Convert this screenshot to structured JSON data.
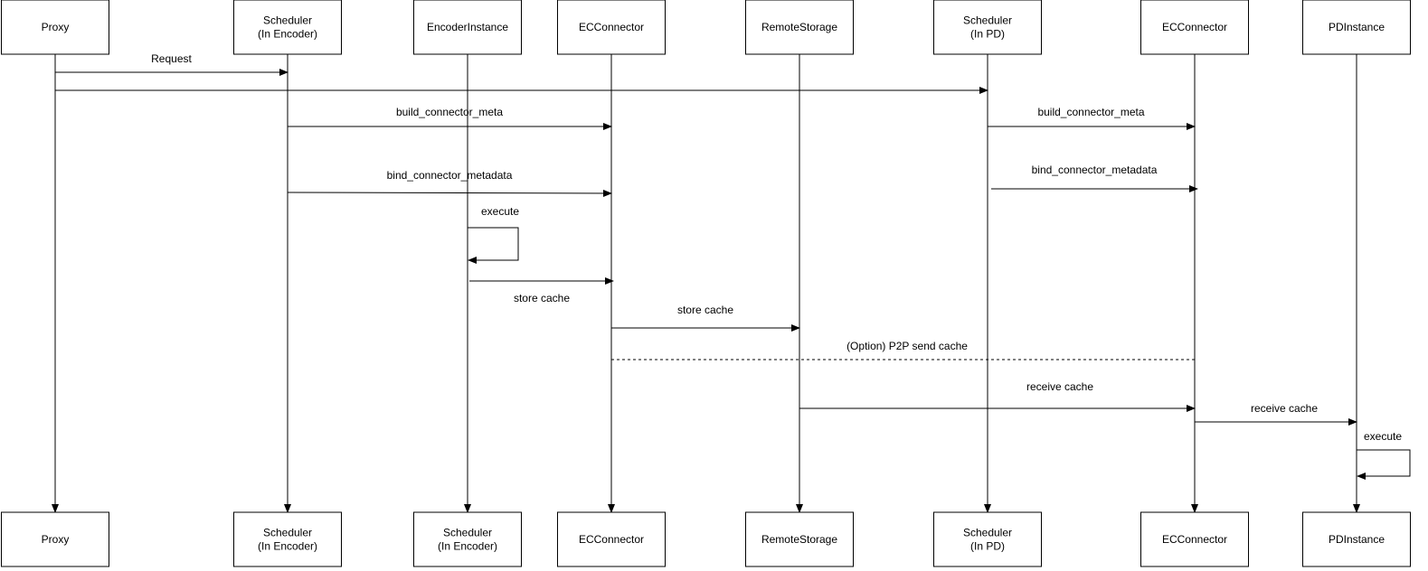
{
  "top_participants": [
    {
      "id": "proxy",
      "lines": [
        "Proxy"
      ]
    },
    {
      "id": "scheduler-encoder",
      "lines": [
        "Scheduler",
        "(In Encoder)"
      ]
    },
    {
      "id": "encoder-instance",
      "lines": [
        "EncoderInstance"
      ]
    },
    {
      "id": "ec-connector-1",
      "lines": [
        "ECConnector"
      ]
    },
    {
      "id": "remote-storage",
      "lines": [
        "RemoteStorage"
      ]
    },
    {
      "id": "scheduler-pd",
      "lines": [
        "Scheduler",
        "(In PD)"
      ]
    },
    {
      "id": "ec-connector-2",
      "lines": [
        "ECConnector"
      ]
    },
    {
      "id": "pd-instance",
      "lines": [
        "PDInstance"
      ]
    }
  ],
  "bottom_participants": [
    {
      "id": "proxy",
      "lines": [
        "Proxy"
      ]
    },
    {
      "id": "scheduler-encoder",
      "lines": [
        "Scheduler",
        "(In Encoder)"
      ]
    },
    {
      "id": "encoder-instance",
      "lines": [
        "Scheduler",
        "(In Encoder)"
      ]
    },
    {
      "id": "ec-connector-1",
      "lines": [
        "ECConnector"
      ]
    },
    {
      "id": "remote-storage",
      "lines": [
        "RemoteStorage"
      ]
    },
    {
      "id": "scheduler-pd",
      "lines": [
        "Scheduler",
        "(In PD)"
      ]
    },
    {
      "id": "ec-connector-2",
      "lines": [
        "ECConnector"
      ]
    },
    {
      "id": "pd-instance",
      "lines": [
        "PDInstance"
      ]
    }
  ],
  "messages": [
    {
      "id": "request",
      "from": "proxy",
      "to": "scheduler-encoder",
      "label": "Request",
      "style": "solid"
    },
    {
      "id": "request-pd",
      "from": "proxy",
      "to": "scheduler-pd",
      "label": "",
      "style": "solid"
    },
    {
      "id": "build-meta-encoder",
      "from": "scheduler-encoder",
      "to": "ec-connector-1",
      "label": "build_connector_meta",
      "style": "solid"
    },
    {
      "id": "build-meta-pd",
      "from": "scheduler-pd",
      "to": "ec-connector-2",
      "label": "build_connector_meta",
      "style": "solid"
    },
    {
      "id": "bind-metadata-pd",
      "from": "scheduler-pd",
      "to": "ec-connector-2",
      "label": "bind_connector_metadata",
      "style": "solid"
    },
    {
      "id": "bind-metadata-encoder",
      "from": "scheduler-encoder",
      "to": "ec-connector-1",
      "label": "bind_connector_metadata",
      "style": "solid"
    },
    {
      "id": "execute-encoder",
      "from": "encoder-instance",
      "to": "encoder-instance",
      "label": "execute",
      "style": "self"
    },
    {
      "id": "store-cache-connector",
      "from": "encoder-instance",
      "to": "ec-connector-1",
      "label": "store cache",
      "style": "solid"
    },
    {
      "id": "store-cache-remote",
      "from": "ec-connector-1",
      "to": "remote-storage",
      "label": "store cache",
      "style": "solid"
    },
    {
      "id": "p2p-send-cache",
      "from": "ec-connector-1",
      "to": "ec-connector-2",
      "label": "(Option) P2P send cache",
      "style": "dashed"
    },
    {
      "id": "receive-cache-connector",
      "from": "remote-storage",
      "to": "ec-connector-2",
      "label": "receive cache",
      "style": "solid"
    },
    {
      "id": "receive-cache-pd",
      "from": "ec-connector-2",
      "to": "pd-instance",
      "label": "receive cache",
      "style": "solid"
    },
    {
      "id": "execute-pd",
      "from": "pd-instance",
      "to": "pd-instance",
      "label": "execute",
      "style": "self"
    }
  ]
}
